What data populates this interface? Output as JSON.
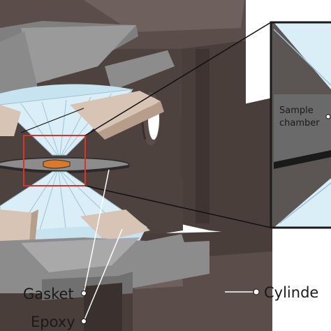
{
  "labels": {
    "sample_chamber_line1": "Sample",
    "sample_chamber_line2": "chamber",
    "gasket": "Gasket",
    "epoxy": "Epoxy",
    "cylinder": "Cylinde"
  },
  "colors": {
    "body_dark": "#4a3e3b",
    "body_mid": "#5a4d4a",
    "body_light": "#6e615d",
    "grey_panel": "#8c8c8c",
    "grey_light": "#a9a9a9",
    "diamond": "#d9eef7",
    "diamond_edge": "#9fc3d3",
    "epoxy": "#d8c4b4",
    "epoxy_shadow": "#b79e8b",
    "gasket": "#2a2a2a",
    "sample": "#d97a2b",
    "highlight_box": "#e0302a",
    "inset_bg": "#5b5654",
    "inset_frame": "#1a1a1a"
  }
}
